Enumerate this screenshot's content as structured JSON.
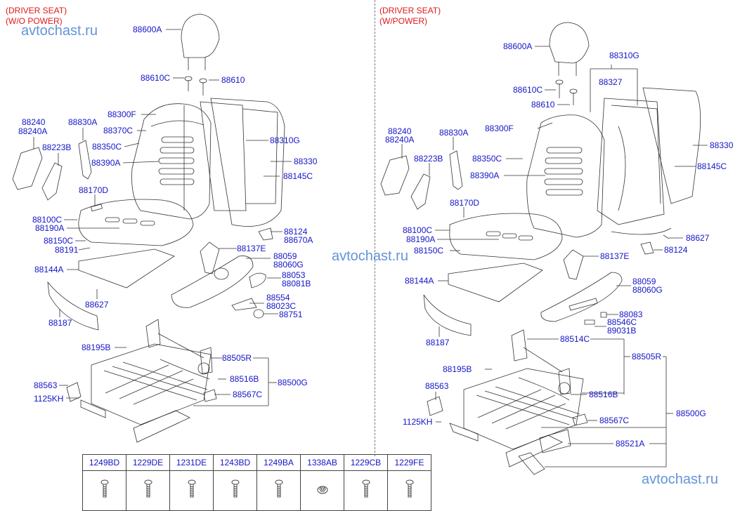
{
  "watermark": "avtochast.ru",
  "left": {
    "title": [
      "(DRIVER SEAT)",
      "(W/O POWER)"
    ],
    "labels": {
      "headrest": "88600A",
      "guide_lock": "88610C",
      "guide": "88610",
      "back_cover": "88300F",
      "back_cover_2": "88370C",
      "back_cover_3": "88350C",
      "back_cover_4": "88390A",
      "back_frame": "88310G",
      "back_board": "88330",
      "back_panel": "88145C",
      "hinge_cover": [
        "88240",
        "88240A"
      ],
      "hinge_cover_inner": "88223B",
      "belt_guide": "88830A",
      "cushion_label": "88170D",
      "cushion_cover": "88100C",
      "cushion_pad": "88190A",
      "cushion_trim": "88150C",
      "cushion_wire": "88191",
      "pan": "88144A",
      "clip": "88627",
      "front_cover": "88187",
      "lever": [
        "88124",
        "88670A"
      ],
      "shield_inner": "88137E",
      "shield": [
        "88059",
        "88060G"
      ],
      "knob": [
        "88053",
        "88081B"
      ],
      "handle": [
        "88554",
        "88023C"
      ],
      "cap": "88751",
      "bolt": "88195B",
      "recliner": "88505R",
      "harness": "88516B",
      "track": "88500G",
      "cover_rear": "88567C",
      "cover_front": "88563",
      "bolt_front": "1125KH"
    }
  },
  "right": {
    "title": [
      "(DRIVER SEAT)",
      "(W/POWER)"
    ],
    "labels": {
      "headrest": "88600A",
      "frame": "88310G",
      "lumbar": "88327",
      "guide_lock": "88610C",
      "guide": "88610",
      "back_cover": "88300F",
      "back_board": "88330",
      "back_panel": "88145C",
      "hinge_cover": [
        "88240",
        "88240A"
      ],
      "belt_guide": "88830A",
      "hinge_cover_inner": "88223B",
      "back_cover_3": "88350C",
      "back_cover_4": "88390A",
      "cushion_label": "88170D",
      "cushion_cover": "88100C",
      "cushion_pad": "88190A",
      "cushion_trim": "88150C",
      "pan": "88144A",
      "front_cover": "88187",
      "clip": "88627",
      "lever": "88124",
      "shield_inner": "88137E",
      "shield": [
        "88059",
        "88060G"
      ],
      "switch_knob": "88083",
      "switch": [
        "88546C",
        "89031B"
      ],
      "motor": "88514C",
      "recliner": "88505R",
      "bolt": "88195B",
      "cover_front": "88563",
      "bolt_front": "1125KH",
      "harness": "88516B",
      "track": "88500G",
      "cover_rear": "88567C",
      "motor_unit": "88521A"
    }
  },
  "fasteners": [
    {
      "code": "1249BD",
      "icon": "screw-icon"
    },
    {
      "code": "1229DE",
      "icon": "screw-icon"
    },
    {
      "code": "1231DE",
      "icon": "screw-icon"
    },
    {
      "code": "1243BD",
      "icon": "screw-icon"
    },
    {
      "code": "1249BA",
      "icon": "screw-icon"
    },
    {
      "code": "1338AB",
      "icon": "nut-icon"
    },
    {
      "code": "1229CB",
      "icon": "screw-icon"
    },
    {
      "code": "1229FE",
      "icon": "screw-icon"
    }
  ]
}
